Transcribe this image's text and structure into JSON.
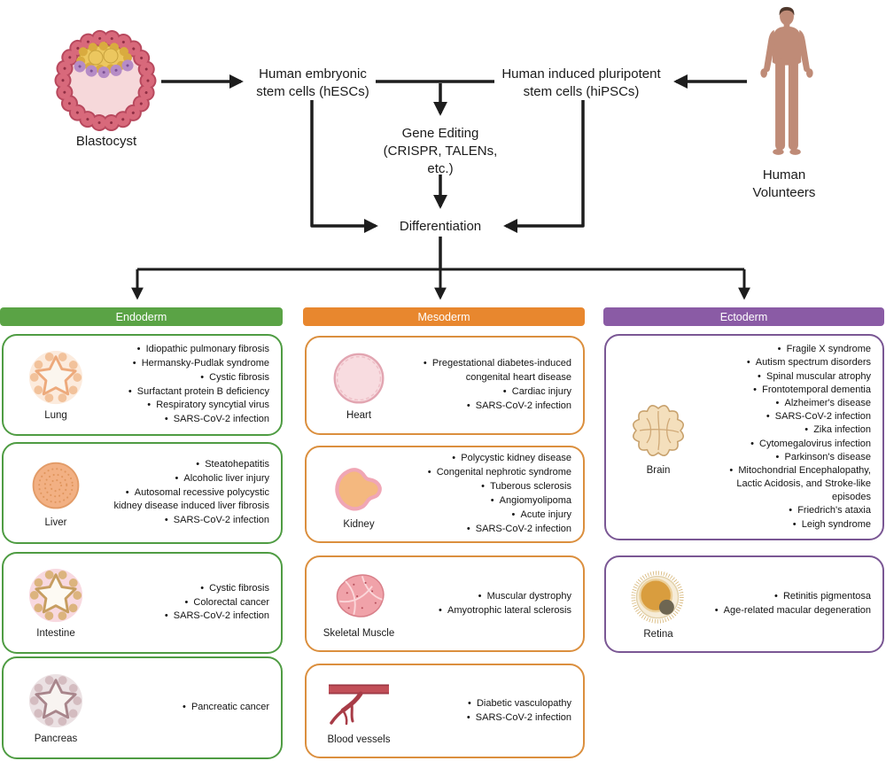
{
  "flowchart": {
    "blastocyst_label": "Blastocyst",
    "hesc_label": "Human embryonic\nstem cells (hESCs)",
    "hipsc_label": "Human induced pluripotent\nstem cells (hiPSCs)",
    "gene_editing_label": "Gene Editing\n(CRISPR, TALENs,\netc.)",
    "differentiation_label": "Differentiation",
    "human_volunteers_label": "Human\nVolunteers",
    "arrow_color": "#1d1d1d"
  },
  "columns": [
    {
      "id": "endoderm",
      "label": "Endoderm",
      "header_color": "#5aa345",
      "border_color": "#4f9c43",
      "cards": [
        {
          "organ": "Lung",
          "icon": "lung-organoid-icon",
          "items": [
            "Idiopathic pulmonary fibrosis",
            "Hermansky-Pudlak syndrome",
            "Cystic fibrosis",
            "Surfactant protein B deficiency",
            "Respiratory syncytial virus",
            "SARS-CoV-2 infection"
          ]
        },
        {
          "organ": "Liver",
          "icon": "liver-organoid-icon",
          "items": [
            "Steatohepatitis",
            "Alcoholic liver injury",
            "Autosomal recessive polycystic kidney disease induced liver fibrosis",
            "SARS-CoV-2 infection"
          ]
        },
        {
          "organ": "Intestine",
          "icon": "intestine-organoid-icon",
          "items": [
            "Cystic fibrosis",
            "Colorectal cancer",
            "SARS-CoV-2 infection"
          ]
        },
        {
          "organ": "Pancreas",
          "icon": "pancreas-organoid-icon",
          "items": [
            "Pancreatic cancer"
          ]
        }
      ]
    },
    {
      "id": "mesoderm",
      "label": "Mesoderm",
      "header_color": "#e8872e",
      "border_color": "#db8f3e",
      "cards": [
        {
          "organ": "Heart",
          "icon": "heart-organoid-icon",
          "items": [
            "Pregestational diabetes-induced congenital heart disease",
            "Cardiac injury",
            "SARS-CoV-2 infection"
          ]
        },
        {
          "organ": "Kidney",
          "icon": "kidney-icon",
          "items": [
            "Polycystic kidney disease",
            "Congenital nephrotic syndrome",
            "Tuberous sclerosis",
            "Angiomyolipoma",
            "Acute injury",
            "SARS-CoV-2 infection"
          ]
        },
        {
          "organ": "Skeletal Muscle",
          "icon": "skeletal-muscle-icon",
          "items": [
            "Muscular dystrophy",
            "Amyotrophic lateral sclerosis"
          ]
        },
        {
          "organ": "Blood vessels",
          "icon": "blood-vessels-icon",
          "items": [
            "Diabetic vasculopathy",
            "SARS-CoV-2 infection"
          ]
        }
      ]
    },
    {
      "id": "ectoderm",
      "label": "Ectoderm",
      "header_color": "#8a5ba5",
      "border_color": "#7a5794",
      "cards": [
        {
          "organ": "Brain",
          "icon": "brain-organoid-icon",
          "items": [
            "Fragile X syndrome",
            "Autism spectrum disorders",
            "Spinal muscular atrophy",
            "Frontotemporal dementia",
            "Alzheimer's disease",
            "SARS-CoV-2 infection",
            "Zika infection",
            "Cytomegalovirus infection",
            "Parkinson's disease",
            "Mitochondrial Encephalopathy, Lactic Acidosis, and Stroke-like episodes",
            "Friedrich's ataxia",
            "Leigh syndrome"
          ]
        },
        {
          "organ": "Retina",
          "icon": "retina-organoid-icon",
          "items": [
            "Retinitis pigmentosa",
            "Age-related macular degeneration"
          ]
        }
      ]
    }
  ]
}
